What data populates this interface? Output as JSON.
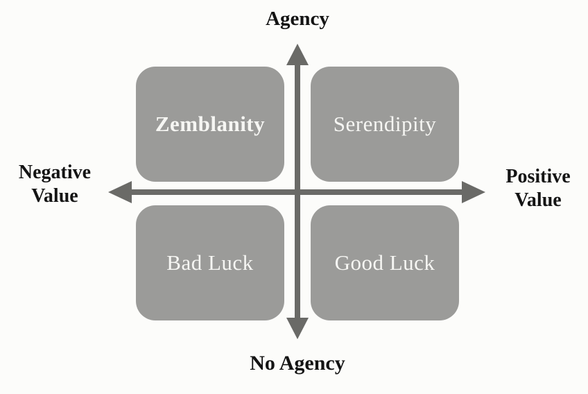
{
  "diagram": {
    "type": "quadrant-matrix",
    "axes": {
      "vertical_top_label": "Agency",
      "vertical_bottom_label": "No Agency",
      "horizontal_left_label": "Negative\nValue",
      "horizontal_right_label": "Positive\nValue"
    },
    "quadrants": [
      {
        "position": "top-left",
        "label": "Zemblanity",
        "value": "negative",
        "agency": "high"
      },
      {
        "position": "top-right",
        "label": "Serendipity",
        "value": "positive",
        "agency": "high"
      },
      {
        "position": "bottom-left",
        "label": "Bad Luck",
        "value": "negative",
        "agency": "none"
      },
      {
        "position": "bottom-right",
        "label": "Good Luck",
        "value": "positive",
        "agency": "none"
      }
    ],
    "colors": {
      "background": "#fcfcfa",
      "quadrant_fill": "#9b9b99",
      "quadrant_text": "#f6f6f3",
      "axis_arrow": "#6a6a67",
      "axis_label_text": "#141414"
    }
  }
}
